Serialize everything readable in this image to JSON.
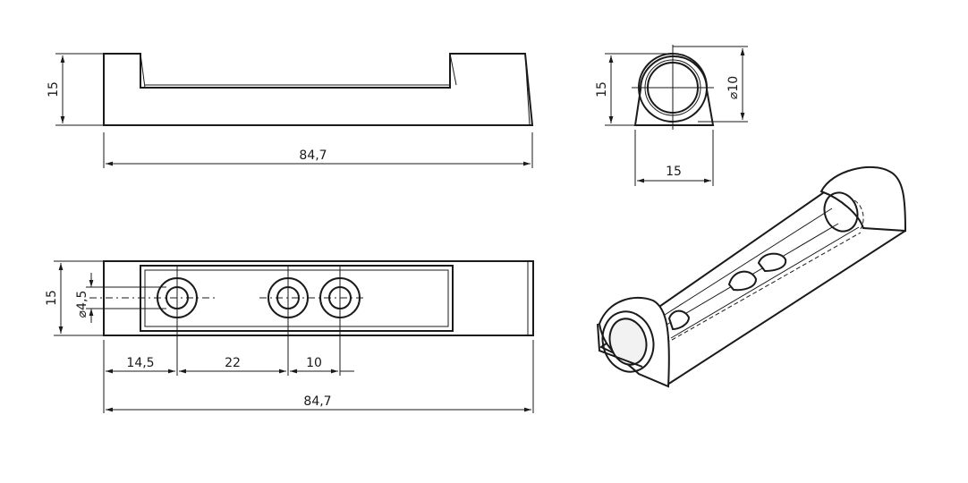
{
  "front_view": {
    "height_label": "15",
    "length_label": "84,7"
  },
  "side_view": {
    "height_label": "15",
    "width_label": "15",
    "bore_label": "⌀10"
  },
  "top_view": {
    "height_label": "15",
    "hole_label": "⌀4,5",
    "offset_1_label": "14,5",
    "offset_2_label": "22",
    "offset_3_label": "10",
    "length_label": "84,7"
  }
}
